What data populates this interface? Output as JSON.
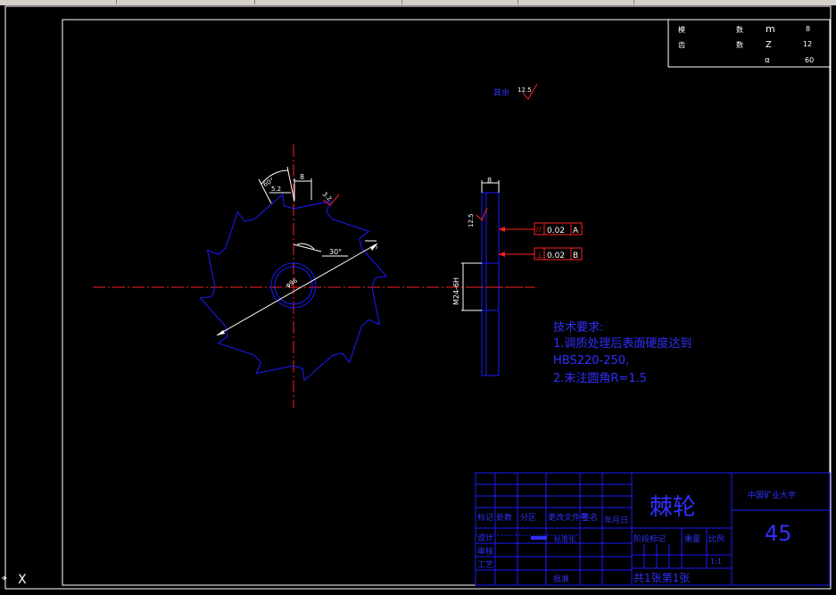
{
  "params": {
    "rows": [
      {
        "name": "模",
        "unit": "数",
        "symbol": "m",
        "value": "8"
      },
      {
        "name": "齿",
        "unit": "数",
        "symbol": "Z",
        "value": "12"
      },
      {
        "name": "",
        "unit": "",
        "symbol": "α",
        "value": "60"
      }
    ]
  },
  "roughness": {
    "other_label": "其余",
    "other_value": "12.5",
    "left_value": "12.5",
    "tooth_value": "3.2"
  },
  "front_view": {
    "dim_tooth_angle": "60°",
    "dim_tooth_width": "8",
    "dim_tooth_depth": "5.2",
    "dim_angle": "30°",
    "dim_diameter": "φ96",
    "dim_small": "5"
  },
  "side_view": {
    "dim_thickness": "8",
    "dim_bore": "M24-6H",
    "tol_parallel": {
      "symbol": "//",
      "value": "0.02",
      "datum": "A"
    },
    "tol_perp": {
      "symbol": "⊥",
      "value": "0.02",
      "datum": "B"
    }
  },
  "requirements": {
    "title": "技术要求:",
    "line1": "1.调质处理后表面硬度达到",
    "line2": "HBS220-250,",
    "line3": "2.未注圆角R=1.5"
  },
  "title_block": {
    "part_name": "棘轮",
    "school": "中国矿业大学",
    "material": "45",
    "mark": "标记",
    "count": "处数",
    "zone": "分区",
    "change_doc": "更改文件号",
    "sign": "签名",
    "date": "年月日",
    "design": "设计",
    "standard": "标准化",
    "check": "审核",
    "process": "工艺",
    "approve": "批准",
    "stage": "阶段标记",
    "weight": "重量",
    "scale": "比例",
    "scale_value": "1:1",
    "sheet": "共1张第1张"
  },
  "colors": {
    "frame": "#ffffff",
    "line": "#1a1aff",
    "center": "#ff2020",
    "text": "#3030ff",
    "dim": "#ffffff"
  }
}
